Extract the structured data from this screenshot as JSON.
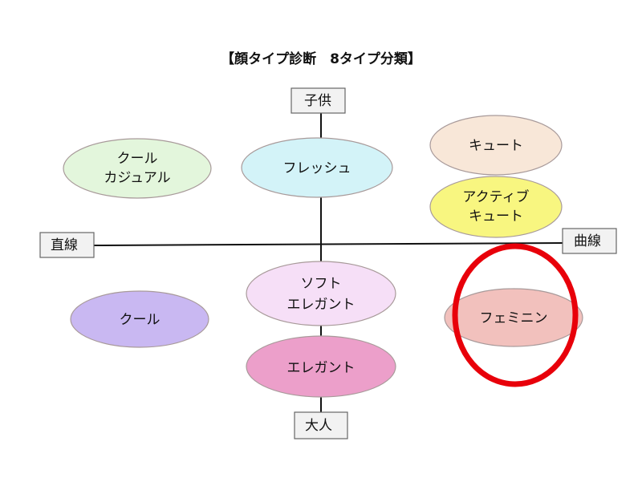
{
  "title": "【顔タイプ診断　8タイプ分類】",
  "axes": {
    "top": "子供",
    "bottom": "大人",
    "left": "直線",
    "right": "曲線"
  },
  "types": {
    "cool_casual": {
      "line1": "クール",
      "line2": "カジュアル",
      "color": "#e3f6dc"
    },
    "fresh": {
      "line1": "フレッシュ",
      "color": "#d3f3f8"
    },
    "cute": {
      "line1": "キュート",
      "color": "#f8e7d8"
    },
    "active_cute": {
      "line1": "アクティブ",
      "line2": "キュート",
      "color": "#f8f680"
    },
    "soft_elegant": {
      "line1": "ソフト",
      "line2": "エレガント",
      "color": "#f6dff7"
    },
    "cool": {
      "line1": "クール",
      "color": "#c9b8f2"
    },
    "elegant": {
      "line1": "エレガント",
      "color": "#ec9fca"
    },
    "feminine": {
      "line1": "フェミニン",
      "color": "#f2c1bd"
    }
  },
  "highlight": {
    "target": "フェミニン",
    "color": "#e8000a"
  }
}
